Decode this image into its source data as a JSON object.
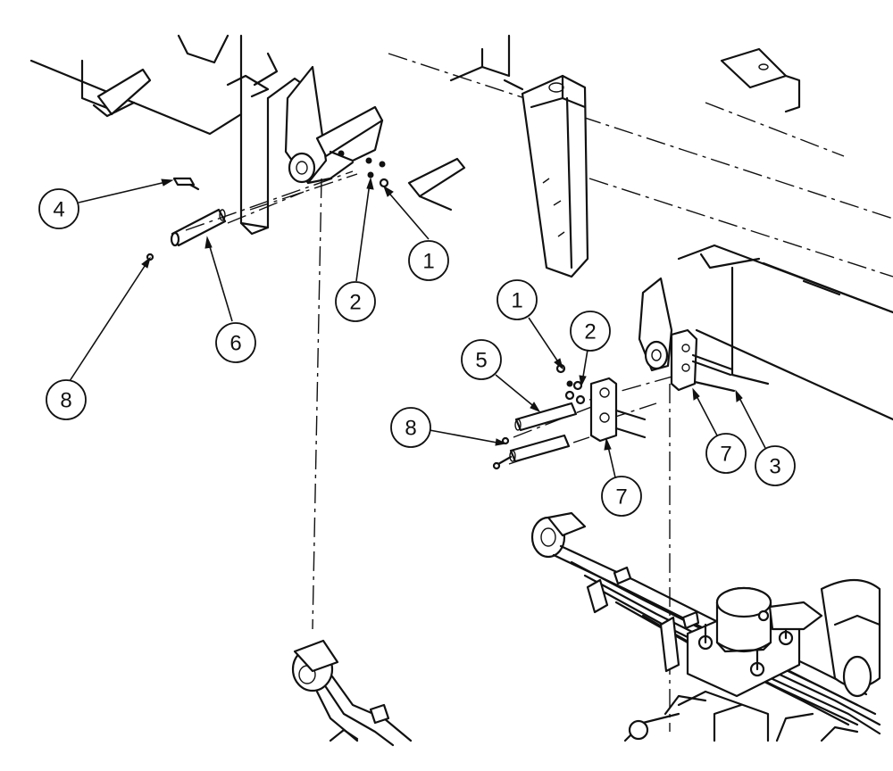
{
  "diagram": {
    "callouts": [
      {
        "id": "callout-4-left",
        "label": "4"
      },
      {
        "id": "callout-1-top",
        "label": "1"
      },
      {
        "id": "callout-2-top",
        "label": "2"
      },
      {
        "id": "callout-6",
        "label": "6"
      },
      {
        "id": "callout-8-left",
        "label": "8"
      },
      {
        "id": "callout-1-right",
        "label": "1"
      },
      {
        "id": "callout-2-right",
        "label": "2"
      },
      {
        "id": "callout-5",
        "label": "5"
      },
      {
        "id": "callout-8-right",
        "label": "8"
      },
      {
        "id": "callout-7-right",
        "label": "7"
      },
      {
        "id": "callout-3",
        "label": "3"
      },
      {
        "id": "callout-7-bottom",
        "label": "7"
      }
    ]
  }
}
